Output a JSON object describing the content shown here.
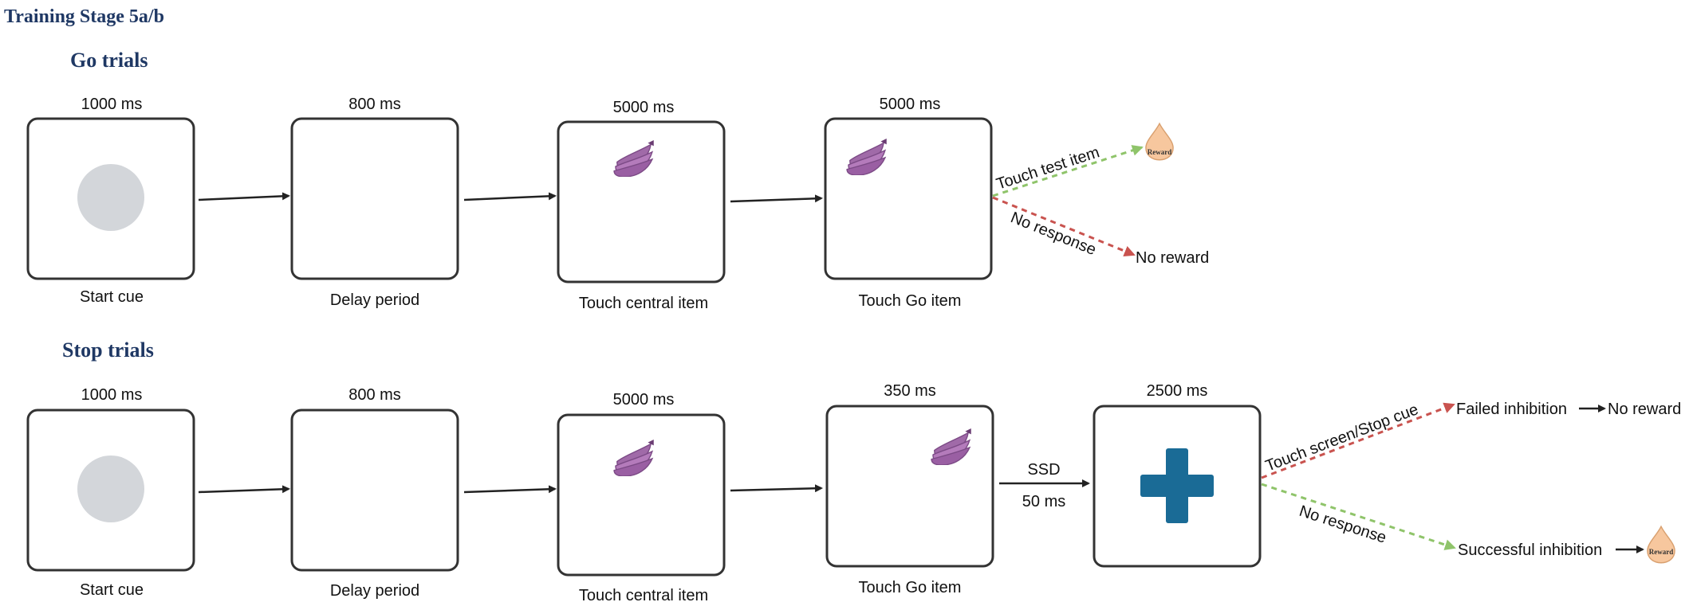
{
  "title": "Training Stage 5a/b",
  "go": {
    "heading": "Go trials",
    "screens": [
      {
        "time": "1000 ms",
        "caption": "Start cue"
      },
      {
        "time": "800 ms",
        "caption": "Delay period"
      },
      {
        "time": "5000 ms",
        "caption": "Touch central item"
      },
      {
        "time": "5000 ms",
        "caption": "Touch Go item"
      }
    ],
    "branch_touch": "Touch test item",
    "branch_none": "No response",
    "outcome_none": "No reward",
    "reward_label": "Reward"
  },
  "stop": {
    "heading": "Stop trials",
    "screens": [
      {
        "time": "1000 ms",
        "caption": "Start cue"
      },
      {
        "time": "800 ms",
        "caption": "Delay period"
      },
      {
        "time": "5000 ms",
        "caption": "Touch central item"
      },
      {
        "time": "350 ms",
        "caption": "Touch Go item"
      },
      {
        "time": "2500 ms",
        "caption": ""
      }
    ],
    "ssd_label": "SSD",
    "ssd_value": "50 ms",
    "branch_touch": "Touch screen/Stop cue",
    "outcome_failed": "Failed inhibition",
    "outcome_failed_result": "No reward",
    "branch_none": "No response",
    "outcome_success": "Successful inhibition",
    "reward_label": "Reward"
  },
  "colors": {
    "heading": "#1f3864",
    "cue_circle": "#d3d6da",
    "banana": "#a06aa8",
    "stop_cross": "#1a6b96",
    "green_arrow": "#8fc46a",
    "red_arrow": "#c9534f",
    "reward_drop": "#f7c79e"
  },
  "icons": [
    "cue-circle-icon",
    "banana-icon",
    "stop-cross-icon",
    "reward-drop-icon"
  ]
}
